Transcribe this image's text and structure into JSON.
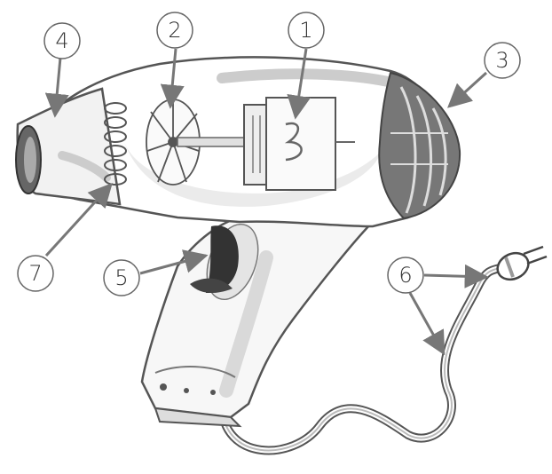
{
  "diagram": {
    "callouts": [
      {
        "id": "1",
        "label": "1",
        "part": "motor"
      },
      {
        "id": "2",
        "label": "2",
        "part": "fan"
      },
      {
        "id": "3",
        "label": "3",
        "part": "air-intake-grille"
      },
      {
        "id": "4",
        "label": "4",
        "part": "nozzle"
      },
      {
        "id": "5",
        "label": "5",
        "part": "switch"
      },
      {
        "id": "6",
        "label": "6",
        "part": "power-cord-and-plug"
      },
      {
        "id": "7",
        "label": "7",
        "part": "heating-coil"
      }
    ]
  }
}
